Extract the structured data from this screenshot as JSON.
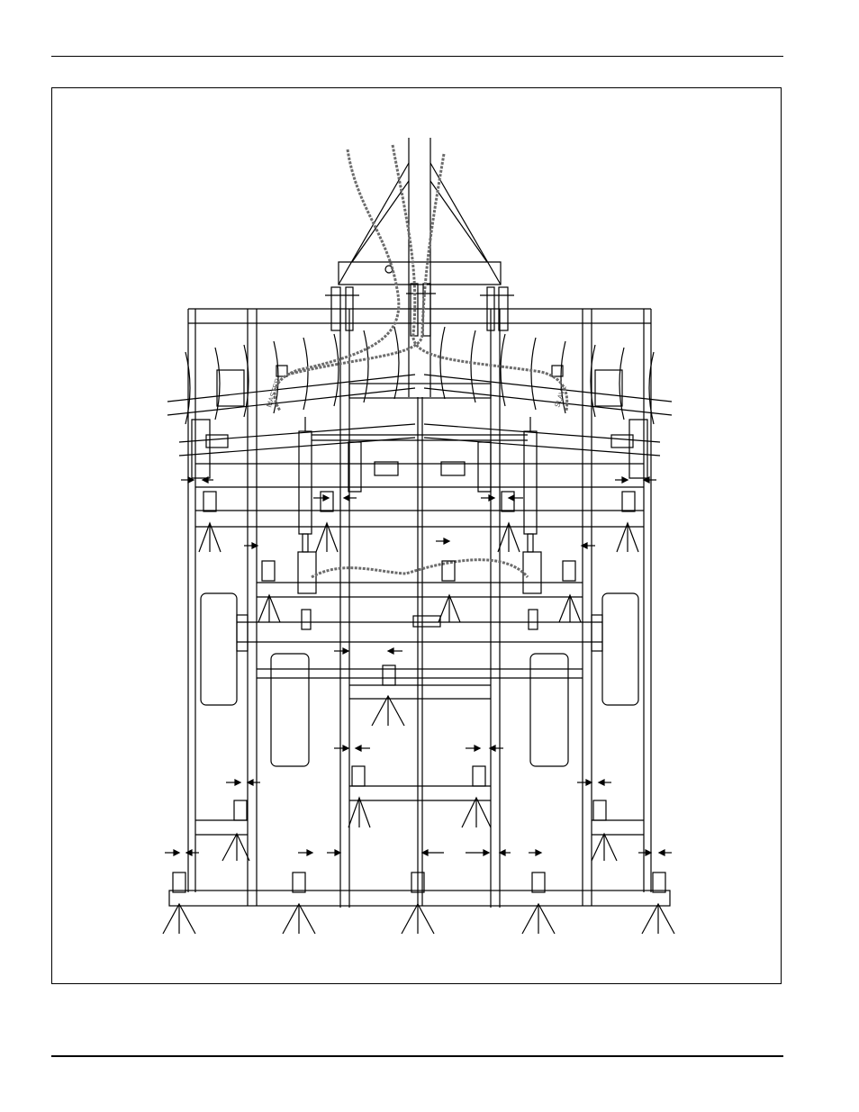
{
  "page": {
    "header_rule": true,
    "footer_rule": true
  },
  "diagram": {
    "subject": "implement-frame-top-view",
    "hoses": 2,
    "cylinder_labels": [
      "MASTER",
      "SLAVE"
    ],
    "colors": {
      "line": "#000000",
      "hose": "#6b6b6b",
      "background": "#ffffff"
    }
  }
}
